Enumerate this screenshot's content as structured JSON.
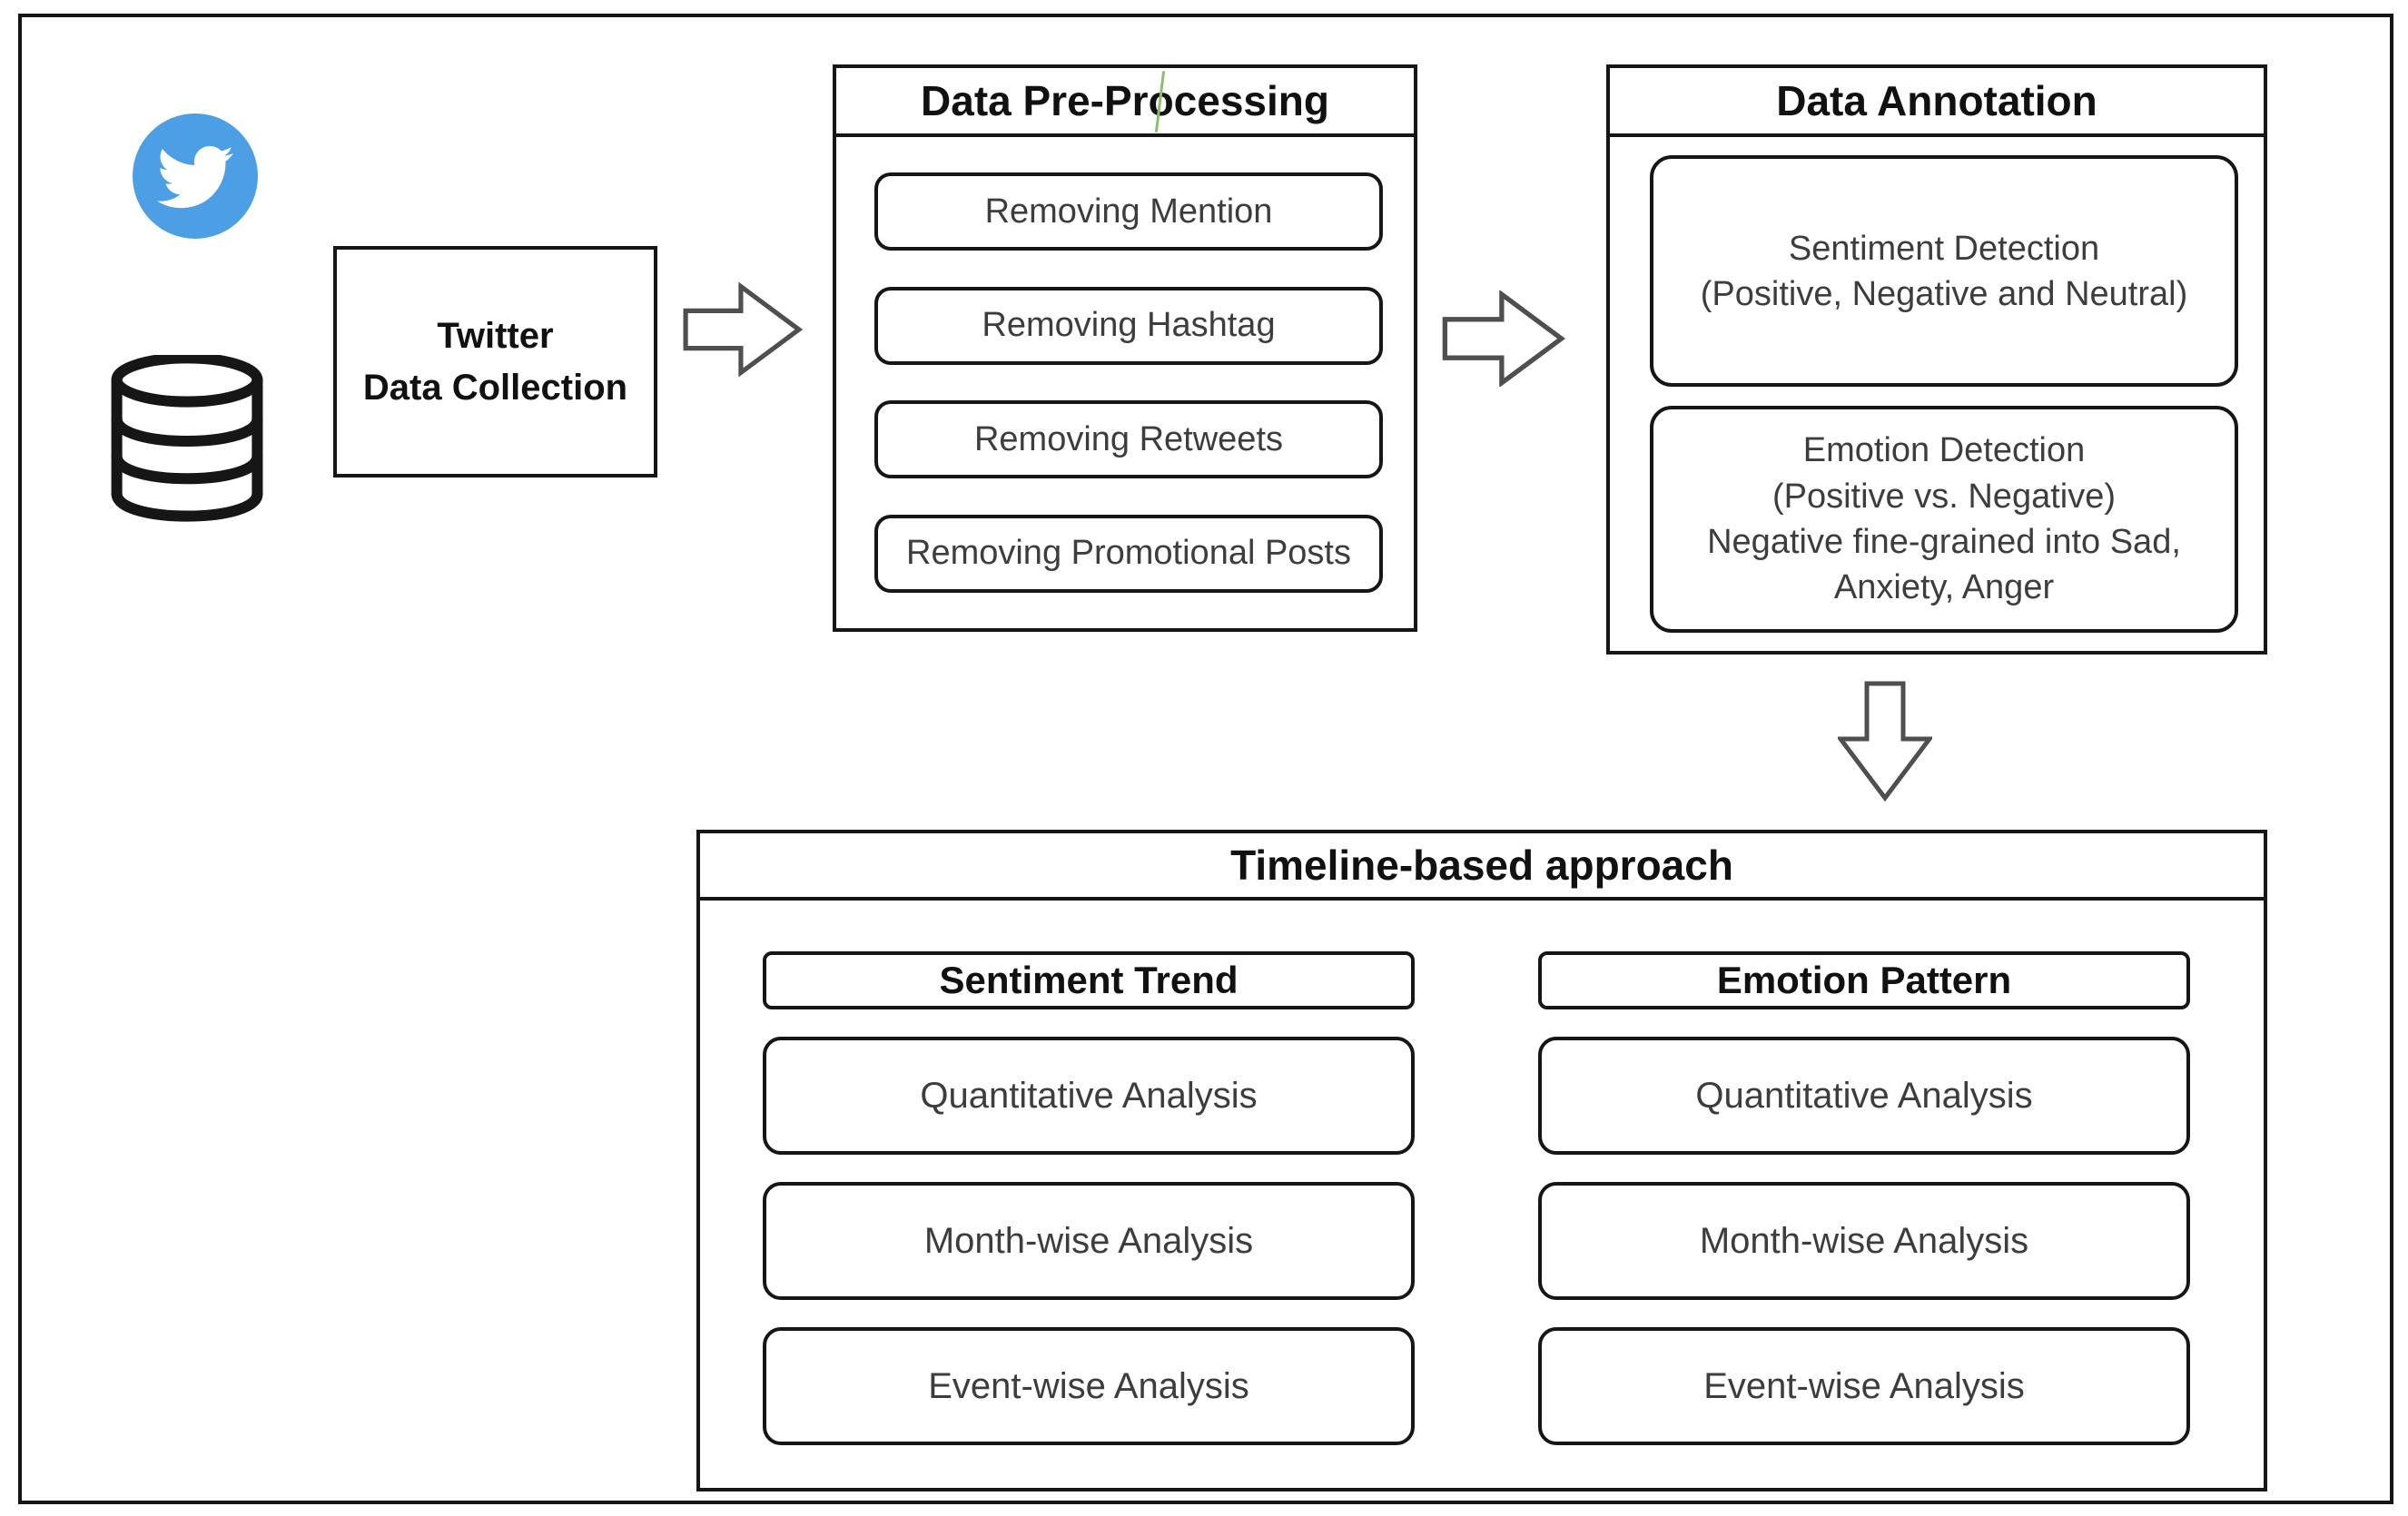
{
  "colors": {
    "twitter_blue": "#4C9FE4",
    "line": "#161616",
    "subtext": "#3d3d3d",
    "arrow_outline": "#4f4f4f",
    "cursor_green": "#8CBE6E"
  },
  "icons": {
    "twitter": "twitter-bird-icon",
    "database": "database-cylinder-icon",
    "arrow_right": "block-arrow-right",
    "arrow_down": "block-arrow-down"
  },
  "source": {
    "collection_lines": [
      "Twitter",
      "Data Collection"
    ]
  },
  "preprocessing": {
    "title": "Data Pre-Processing",
    "steps": [
      "Removing Mention",
      "Removing Hashtag",
      "Removing Retweets",
      "Removing Promotional Posts"
    ]
  },
  "annotation": {
    "title": "Data Annotation",
    "sentiment_lines": [
      "Sentiment Detection",
      "(Positive, Negative and Neutral)"
    ],
    "emotion_lines": [
      "Emotion Detection",
      "(Positive vs. Negative)",
      "Negative fine-grained into Sad,",
      "Anxiety, Anger"
    ]
  },
  "timeline": {
    "title": "Timeline-based approach",
    "columns": [
      {
        "header": "Sentiment Trend",
        "items": [
          "Quantitative Analysis",
          "Month-wise Analysis",
          "Event-wise Analysis"
        ]
      },
      {
        "header": "Emotion Pattern",
        "items": [
          "Quantitative Analysis",
          "Month-wise Analysis",
          "Event-wise Analysis"
        ]
      }
    ]
  }
}
